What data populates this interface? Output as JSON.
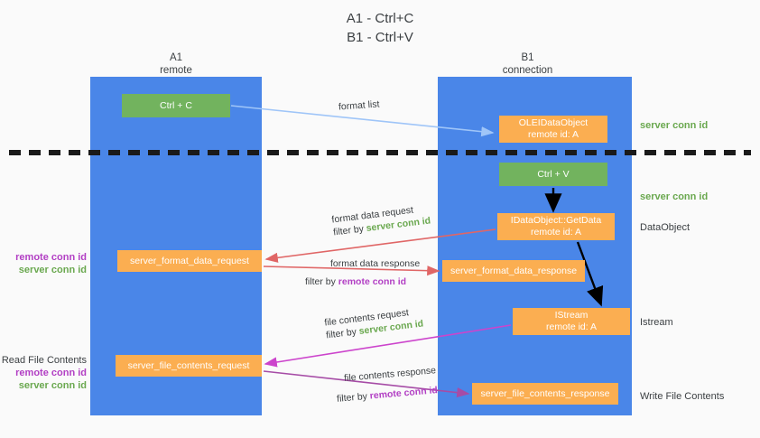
{
  "title": {
    "line1": "A1 - Ctrl+C",
    "line2": "B1 - Ctrl+V"
  },
  "lanes": [
    {
      "id": "a1",
      "name": "A1",
      "sub": "remote",
      "color": "#4a86e8"
    },
    {
      "id": "b1",
      "name": "B1",
      "sub": "connection",
      "color": "#4a86e8"
    }
  ],
  "boxes": {
    "ctrl_c": {
      "line1": "Ctrl + C",
      "color": "#72b35e"
    },
    "ole_dataobject": {
      "line1": "OLEIDataObject",
      "line2": "remote id: A",
      "color": "#fbae51"
    },
    "ctrl_v": {
      "line1": "Ctrl + V",
      "color": "#72b35e"
    },
    "getdata": {
      "line1": "IDataObject::GetData",
      "line2": "remote id: A",
      "color": "#fbae51"
    },
    "istream": {
      "line1": "IStream",
      "line2": "remote id: A",
      "color": "#fbae51"
    },
    "server_format_data_request": {
      "line1": "server_format_data_request",
      "color": "#fbae51"
    },
    "server_format_data_response": {
      "line1": "server_format_data_response",
      "color": "#fbae51"
    },
    "server_file_contents_request": {
      "line1": "server_file_contents_request",
      "color": "#fbae51"
    },
    "server_file_contents_response": {
      "line1": "server_file_contents_response",
      "color": "#fbae51"
    }
  },
  "right_notes": {
    "conn_top": "server conn id",
    "conn_mid": "server conn id",
    "dataobject": "DataObject",
    "istream": "Istream",
    "write_file_contents": "Write File Contents"
  },
  "left_notes": {
    "remote_conn_id": "remote conn id",
    "server_conn_id": "server conn id",
    "read_file_contents": "Read File Contents"
  },
  "edge_labels": {
    "format_list": "format list",
    "format_data_request": "format data request",
    "format_data_request_filter_prefix": "filter by ",
    "format_data_request_filter_value": "server conn id",
    "format_data_response": "format data response",
    "format_data_response_filter_prefix": "filter by ",
    "format_data_response_filter_value": "remote conn id",
    "file_contents_request": "file contents request",
    "file_contents_request_filter_prefix": "filter by ",
    "file_contents_request_filter_value": "server conn id",
    "file_contents_response": "file contents response",
    "file_contents_response_filter_prefix": "filter by ",
    "file_contents_response_filter_value": "remote conn id"
  },
  "colors": {
    "lane_blue": "#4a86e8",
    "box_orange": "#fbae51",
    "box_green": "#72b35e",
    "green_text": "#6aa84f",
    "purple_text": "#b23fc4",
    "arrow_lightblue": "#9fc5f8",
    "arrow_red": "#e06666",
    "arrow_magenta": "#cc44cc",
    "arrow_purple": "#a64ca6",
    "arrow_black": "#000000",
    "dashed_line": "#1a1a1a",
    "background": "#fafafa"
  }
}
